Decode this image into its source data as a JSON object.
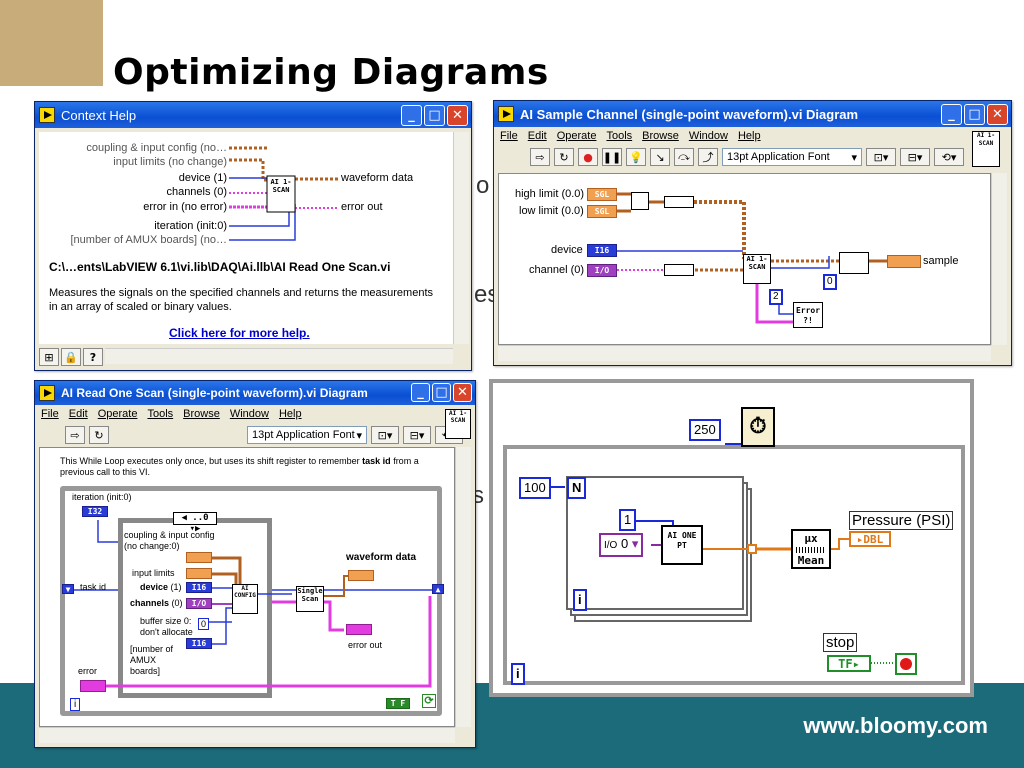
{
  "slide": {
    "title": "Optimizing Diagrams",
    "footer_url": "www.bloomy.com",
    "ghost_texts": [
      "o",
      "es",
      "s"
    ]
  },
  "context_help": {
    "title": "Context Help",
    "inputs": [
      "coupling & input config (no…",
      "input limits (no change)",
      "device (1)",
      "channels (0)",
      "error in (no error)",
      "iteration (init:0)",
      "[number of AMUX boards] (no…"
    ],
    "outputs": [
      "waveform data",
      "error out"
    ],
    "node_label": "AI 1-SCAN",
    "path": "C:\\…ents\\LabVIEW 6.1\\vi.lib\\DAQ\\Ai.llb\\AI Read One Scan.vi",
    "description": "Measures the signals on the specified channels and returns the measurements in an array of scaled or binary values.",
    "help_link": "Click here for more help."
  },
  "sample_channel": {
    "title": "AI Sample Channel (single-point waveform).vi Diagram",
    "menu": [
      "File",
      "Edit",
      "Operate",
      "Tools",
      "Browse",
      "Window",
      "Help"
    ],
    "font": "13pt Application Font",
    "labels": {
      "high_limit": "high limit (0.0)",
      "low_limit": "low limit (0.0)",
      "device": "device",
      "channel": "channel (0)",
      "sample": "sample",
      "sgl": "SGL",
      "i16": "I16",
      "io": "I/O",
      "const2": "2",
      "const0": "0",
      "error": "Error ?!",
      "node": "AI 1-SCAN"
    }
  },
  "read_one_scan": {
    "title": "AI Read One Scan (single-point waveform).vi Diagram",
    "menu": [
      "File",
      "Edit",
      "Operate",
      "Tools",
      "Browse",
      "Window",
      "Help"
    ],
    "font": "13pt Application Font",
    "comment": "This While Loop executes only once, but uses its shift register to remember",
    "comment_bold": "task id",
    "comment_end": "from a previous call to this VI.",
    "labels": {
      "iteration": "iteration (init:0)",
      "i32": "I32",
      "task_id": "task id",
      "coupling": "coupling & input config (no change:0)",
      "input_limits": "input limits",
      "device": "device",
      "device_val": "(1)",
      "channels": "channels",
      "channels_val": "(0)",
      "buffer": "buffer size 0: don't allocate",
      "amux": "[number of AMUX boards]",
      "error": "error",
      "waveform": "waveform data",
      "error_out": "error out",
      "case_sel": "..0",
      "config": "AI CONFIG",
      "single_scan": "Single Scan",
      "i16": "I16",
      "io": "I/O",
      "zero": "0",
      "i_icon": "i",
      "tf": "T F",
      "ai_icon": "AI 1-SCAN"
    }
  },
  "loop_diagram": {
    "timer_ms": "250",
    "loop_count": "100",
    "n_label": "N",
    "one_const": "1",
    "channel_select": "0",
    "io_label": "I/O",
    "ai_node": "AI ONE PT",
    "mean_node": "Mean",
    "mux_label": "μx",
    "pressure_label": "Pressure (PSI)",
    "dbl": "DBL",
    "stop_label": "stop",
    "tf": "TF",
    "iter_i": "i",
    "colors": {
      "blue": "#1a2ad8",
      "orange": "#e07a18",
      "green": "#1f8f2a",
      "purple": "#8a2aa0"
    }
  }
}
